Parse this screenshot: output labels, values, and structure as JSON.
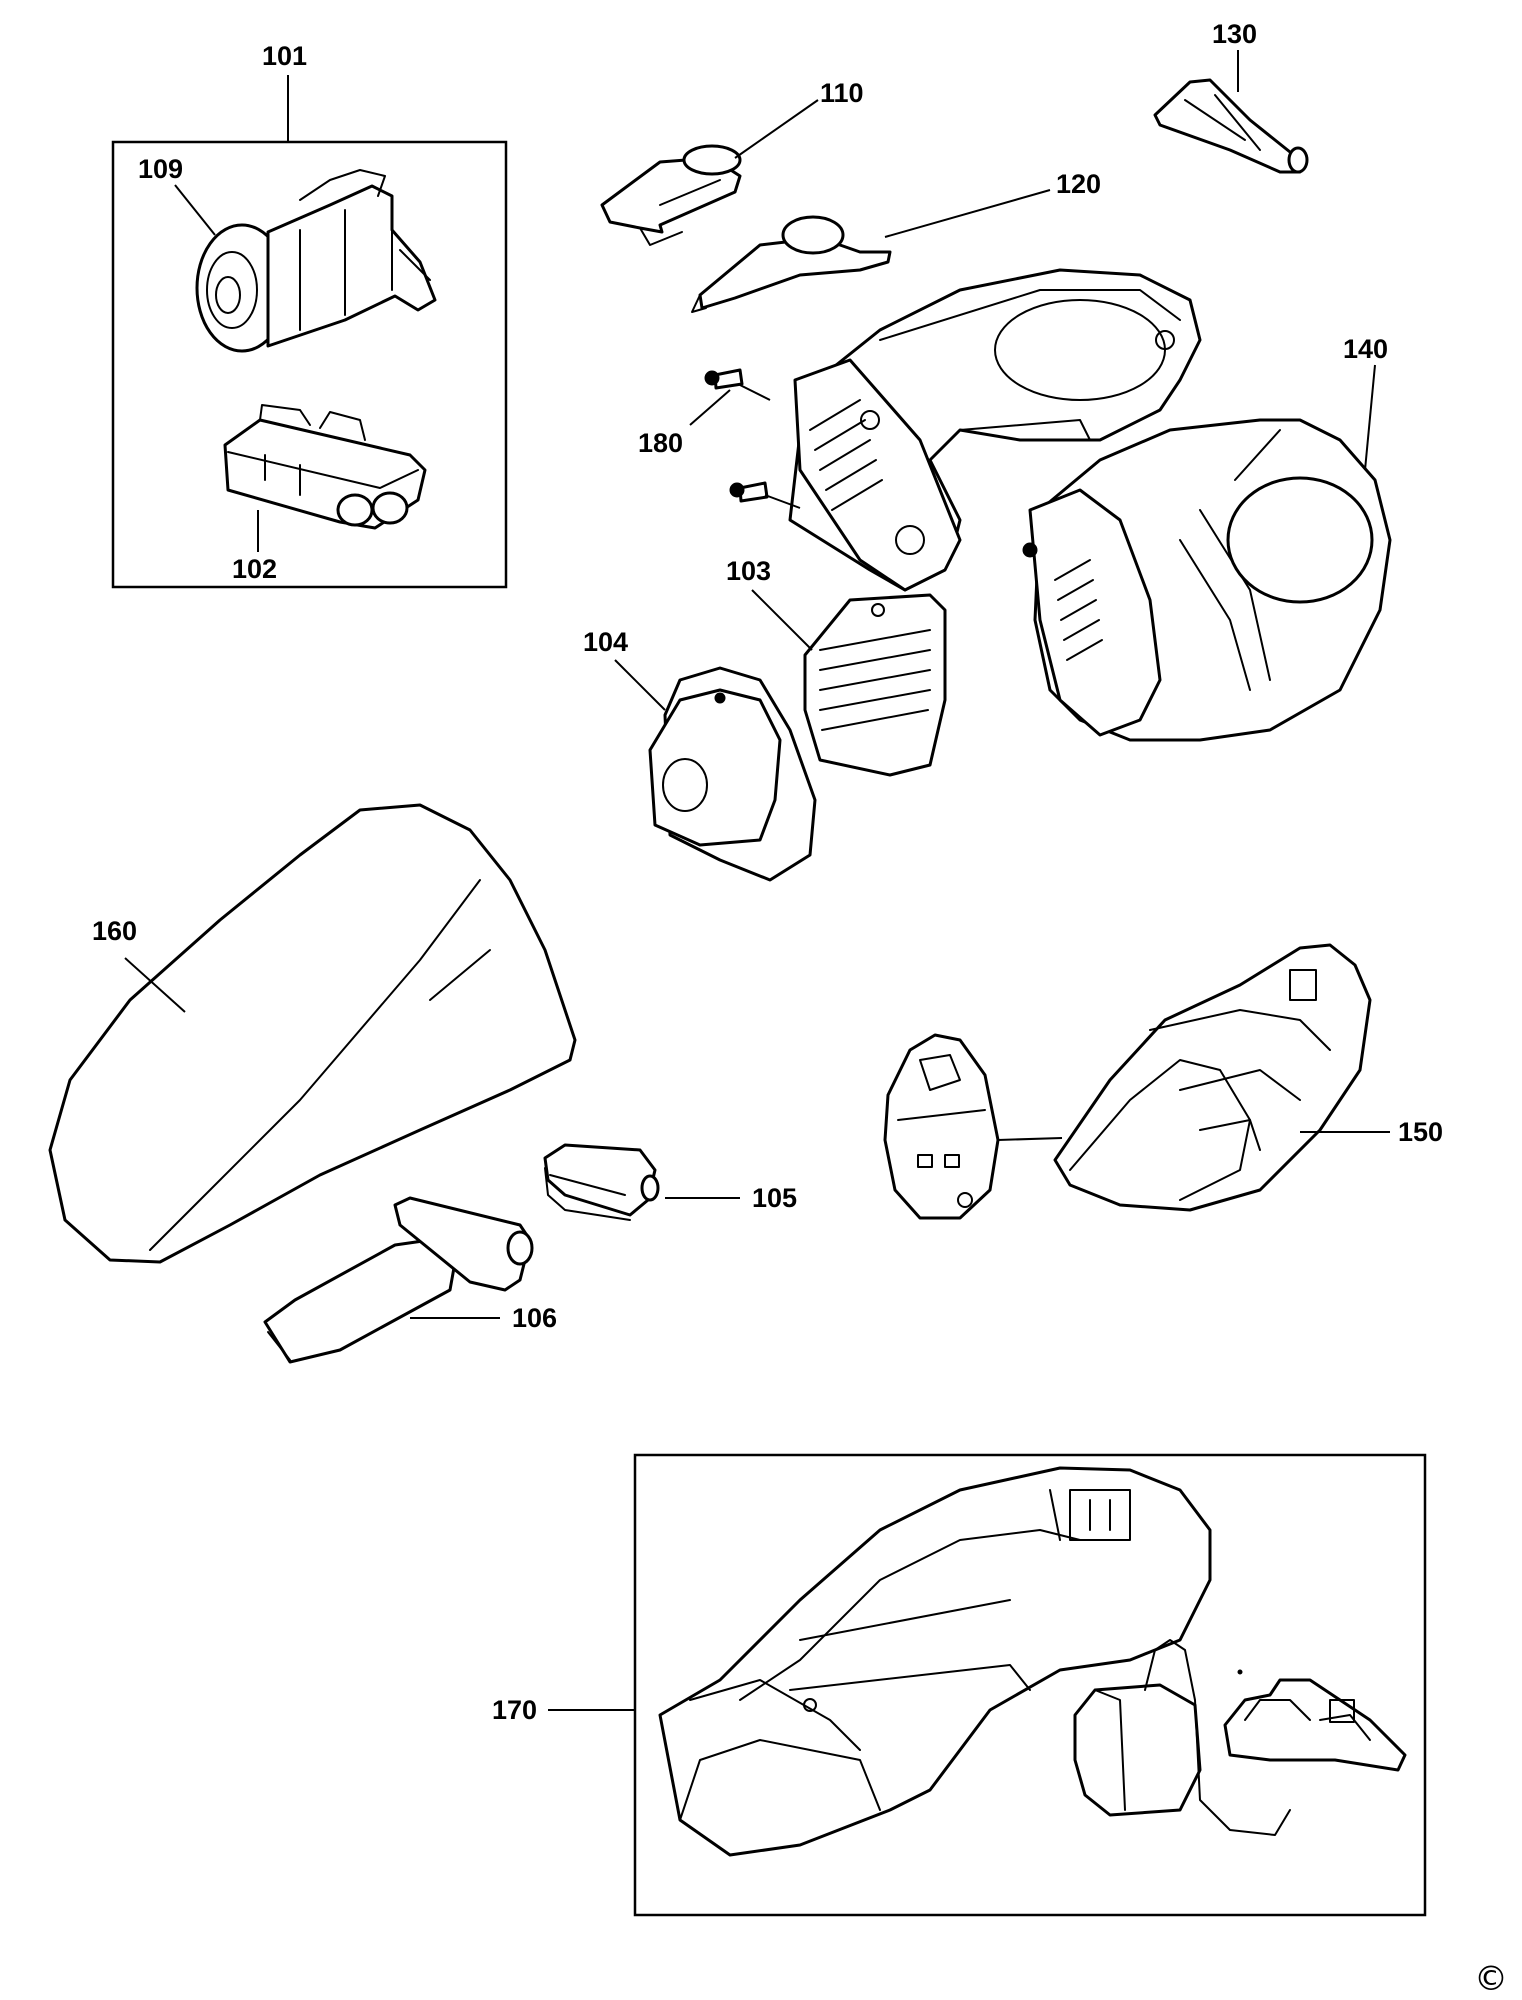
{
  "labels": {
    "l101": "101",
    "l109": "109",
    "l102": "102",
    "l110": "110",
    "l120": "120",
    "l130": "130",
    "l140": "140",
    "l180": "180",
    "l103": "103",
    "l104": "104",
    "l160": "160",
    "l150": "150",
    "l105": "105",
    "l106": "106",
    "l170": "170"
  },
  "copyright": "©"
}
